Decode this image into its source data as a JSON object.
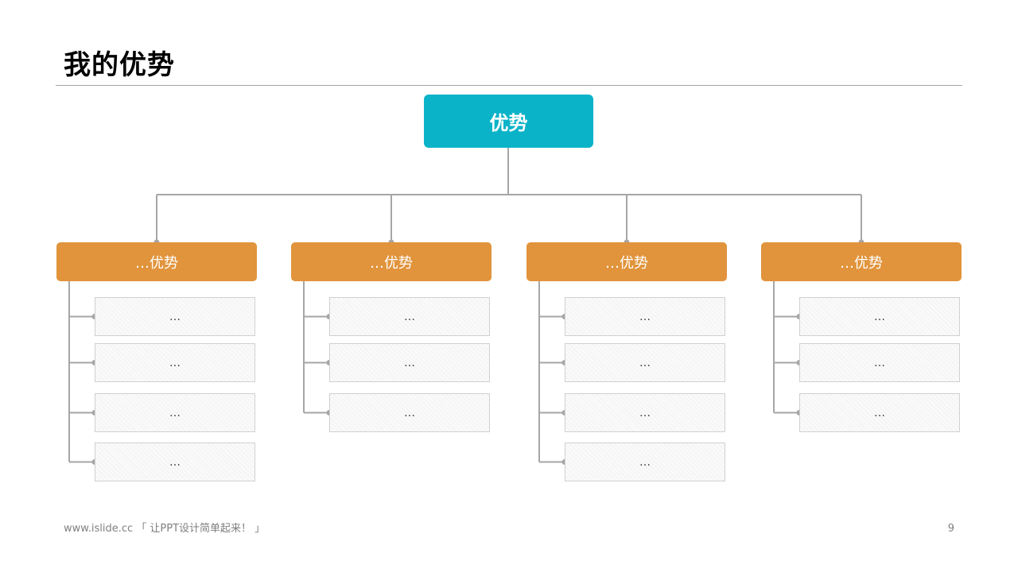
{
  "title": "我的优势",
  "root": {
    "label": "优势"
  },
  "branches": [
    {
      "label": "…优势",
      "items": [
        "…",
        "…",
        "…",
        "…"
      ]
    },
    {
      "label": "…优势",
      "items": [
        "…",
        "…",
        "…"
      ]
    },
    {
      "label": "…优势",
      "items": [
        "…",
        "…",
        "…",
        "…"
      ]
    },
    {
      "label": "…优势",
      "items": [
        "…",
        "…",
        "…"
      ]
    }
  ],
  "footer": {
    "text": "www.islide.cc 「 让PPT设计简单起来！ 」",
    "page_number": "9"
  },
  "colors": {
    "root": "#0bb3c8",
    "branch": "#e1943c",
    "connector": "#a6a6a6"
  }
}
